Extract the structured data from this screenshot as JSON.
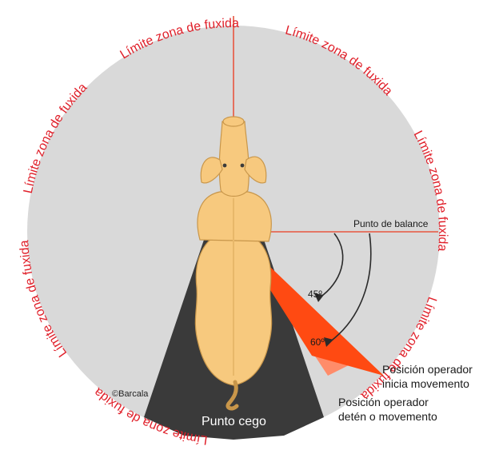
{
  "diagram": {
    "flight_zone_label": "Límite zona de fuxida",
    "balance_point_label": "Punto de balance",
    "blind_spot_label": "Punto cego",
    "angle_45_label": "45º",
    "angle_60_label": "60º",
    "operator_start": {
      "line1": "Posición operador",
      "line2": "inicia movemento"
    },
    "operator_stop": {
      "line1": "Posición operador",
      "line2": "detén o movemento"
    },
    "credit": "©Barcala",
    "colors": {
      "zone_fill": "#d9d9d9",
      "blind_spot": "#3a3a3a",
      "operator_start_wedge": "#ff4a12",
      "operator_stop_wedge": "#ff8c6a",
      "reference_lines": "#e8553f",
      "zone_text": "#e0202a",
      "animal_body": "#f7c97e"
    }
  }
}
